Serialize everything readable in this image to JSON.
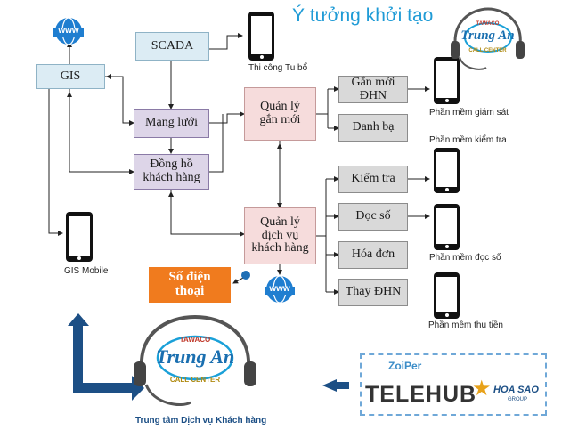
{
  "title": "Ý tưởng khởi tạo",
  "nodes": {
    "gis": "GIS",
    "scada": "SCADA",
    "mang_luoi": "Mạng lưới",
    "dong_ho": "Đồng hồ khách hàng",
    "ql_gan_moi": "Quản lý gắn mới",
    "ql_dich_vu": "Quản lý dịch vụ khách hàng",
    "gan_moi_dhn": "Gắn mới ĐHN",
    "danh_ba": "Danh bạ",
    "kiem_tra": "Kiểm tra",
    "doc_so": "Đọc số",
    "hoa_don": "Hóa đơn",
    "thay_dhn": "Thay ĐHN",
    "so_dien_thoai": "Số điện thoại"
  },
  "phone_labels": {
    "thi_cong": "Thi công Tu bổ",
    "giam_sat": "Phần mềm giám sát",
    "kiem_tra": "Phần mềm kiểm tra",
    "doc_so": "Phần mềm đọc số",
    "thu_tien": "Phần mềm thu tiền",
    "gis_mobile": "GIS Mobile"
  },
  "www": "www",
  "logo": {
    "top": "TAWACO",
    "name": "Trung An",
    "sub": "CALL CENTER"
  },
  "call_center_caption": "Trung tâm Dịch vụ Khách hàng",
  "providers": {
    "zoiper": "ZoiPer",
    "telehub": "TELEHUB",
    "hoasao": "HOA SAO",
    "hoasao_sub": "GROUP"
  },
  "colors": {
    "title": "#1f9bd6",
    "orange": "#f07b1e",
    "navy": "#1c4f85",
    "arrow": "#222222"
  }
}
